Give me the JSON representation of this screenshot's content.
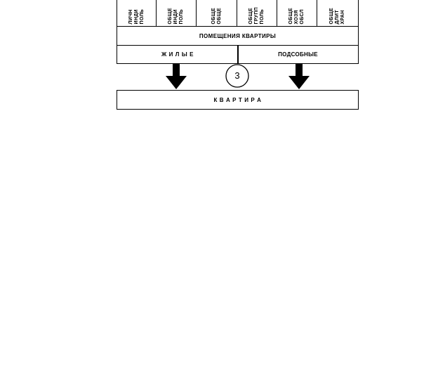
{
  "columns": [
    {
      "lines": [
        "ЛИЧН",
        "ИНДИ",
        "ПОЛЬ"
      ]
    },
    {
      "lines": [
        "ОБЩЕ",
        "ИНДИ",
        "ПОЛЬ"
      ]
    },
    {
      "lines": [
        "ОБЩЕ",
        "ОБЩЕ"
      ]
    },
    {
      "lines": [
        "ОБЩЕ",
        "ГРУПП",
        "ПОЛЬ"
      ]
    },
    {
      "lines": [
        "ОБЩЕ",
        "ХОЗЯ",
        "ОБСЛ"
      ]
    },
    {
      "lines": [
        "ОБЩЕ",
        "ДЛИТ",
        "ХРАН"
      ]
    }
  ],
  "rooms_box": {
    "label": "ПОМЕЩЕНИЯ КВАРТИРЫ"
  },
  "living_box": {
    "label": "Ж И Л Ы Е"
  },
  "auxiliary_box": {
    "label": "ПОДСОБНЫЕ"
  },
  "step_marker": {
    "number": "3"
  },
  "apartment_box": {
    "label": "К В А Р Т И Р А"
  }
}
